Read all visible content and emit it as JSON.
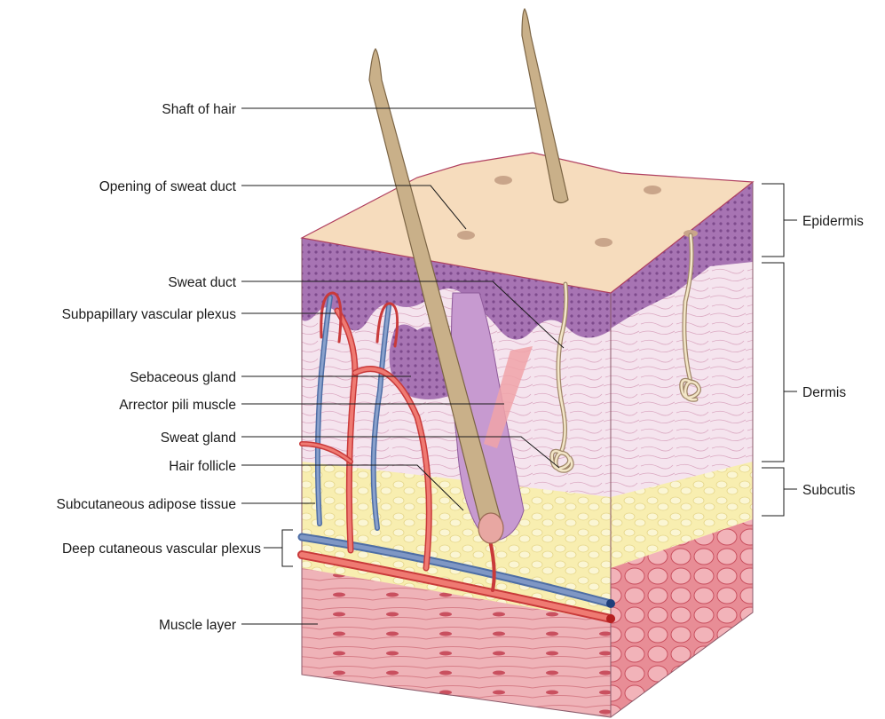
{
  "labels_left": [
    "Shaft of hair",
    "Opening of sweat duct",
    "Sweat duct",
    "Subpapillary vascular plexus",
    "Sebaceous gland",
    "Arrector pili muscle",
    "Sweat gland",
    "Hair follicle",
    "Subcutaneous adipose tissue",
    "Deep cutaneous vascular plexus",
    "Muscle layer"
  ],
  "labels_right": [
    "Epidermis",
    "Dermis",
    "Subcutis"
  ],
  "colors": {
    "surface": "#f6dcbd",
    "epidermis": "#9b67a8",
    "dermis": "#f3e1ec",
    "subcutis": "#f8eeb0",
    "muscle": "#e8a0a8",
    "artery": "#e05050",
    "vein": "#6e87b6",
    "hair": "#c9b089"
  }
}
